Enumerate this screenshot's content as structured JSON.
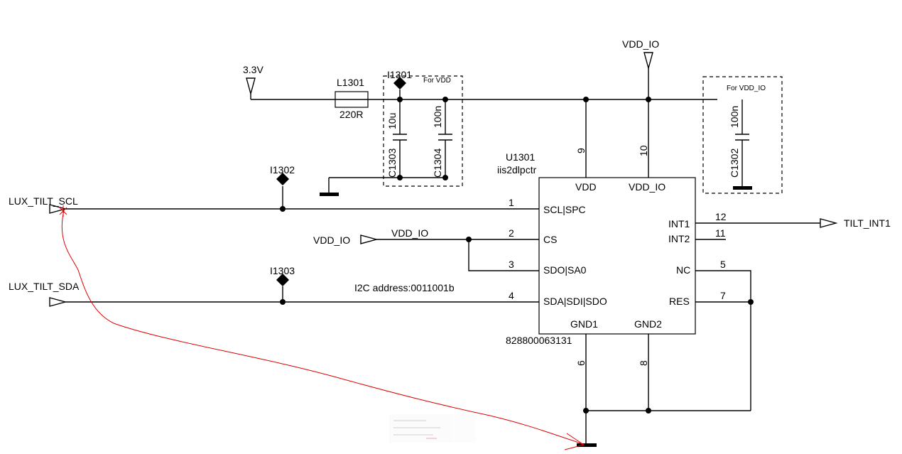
{
  "nets": {
    "v33": "3.3V",
    "vdd_io_top": "VDD_IO",
    "lux_tilt_scl": "LUX_TILT_SCL",
    "lux_tilt_sda": "LUX_TILT_SDA",
    "vdd_io_cs": "VDD_IO",
    "vdd_io_cs_line": "VDD_IO",
    "tilt_int1": "TILT_INT1"
  },
  "components": {
    "l1301": {
      "ref": "L1301",
      "value": "220R"
    },
    "i1301": "I1301",
    "i1302": "I1302",
    "i1303": "I1303",
    "c1303": {
      "ref": "C1303",
      "value": "10u"
    },
    "c1304": {
      "ref": "C1304",
      "value": "100n"
    },
    "c1302": {
      "ref": "C1302",
      "value": "100n"
    },
    "for_vdd": "For VDD",
    "for_vdd_io": "For VDD_IO"
  },
  "chip": {
    "ref": "U1301",
    "part": "iis2dlpctr",
    "part_number": "828800063131",
    "i2c_note": "I2C  address:0011001b",
    "pins": {
      "vdd": {
        "name": "VDD",
        "num": "9"
      },
      "vdd_io": {
        "name": "VDD_IO",
        "num": "10"
      },
      "scl": {
        "name": "SCL|SPC",
        "num": "1"
      },
      "cs": {
        "name": "CS",
        "num": "2"
      },
      "sdo": {
        "name": "SDO|SA0",
        "num": "3"
      },
      "sda": {
        "name": "SDA|SDI|SDO",
        "num": "4"
      },
      "int1": {
        "name": "INT1",
        "num": "12"
      },
      "int2": {
        "name": "INT2",
        "num": "11"
      },
      "nc": {
        "name": "NC",
        "num": "5"
      },
      "res": {
        "name": "RES",
        "num": "7"
      },
      "gnd1": {
        "name": "GND1",
        "num": "6"
      },
      "gnd2": {
        "name": "GND2",
        "num": "8"
      }
    }
  }
}
